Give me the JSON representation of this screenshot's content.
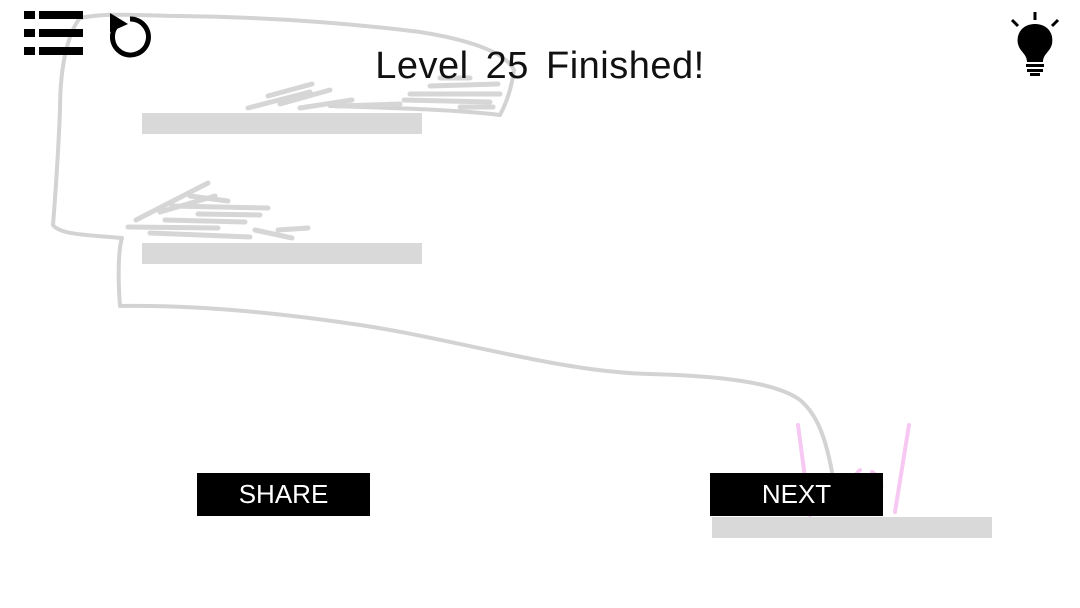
{
  "header": {
    "level_label": "Level",
    "level_number": "25",
    "status_text": "Finished!"
  },
  "toolbar": {
    "menu_icon": "menu-list-icon",
    "restart_icon": "restart-icon",
    "hint_icon": "lightbulb-icon"
  },
  "buttons": {
    "share_label": "SHARE",
    "next_label": "NEXT"
  },
  "colors": {
    "platform": "#d9d9d9",
    "drawn_line": "#d3d3d3",
    "goal_figure": "#f7c8f2",
    "button_bg": "#000000",
    "button_text": "#ffffff"
  }
}
